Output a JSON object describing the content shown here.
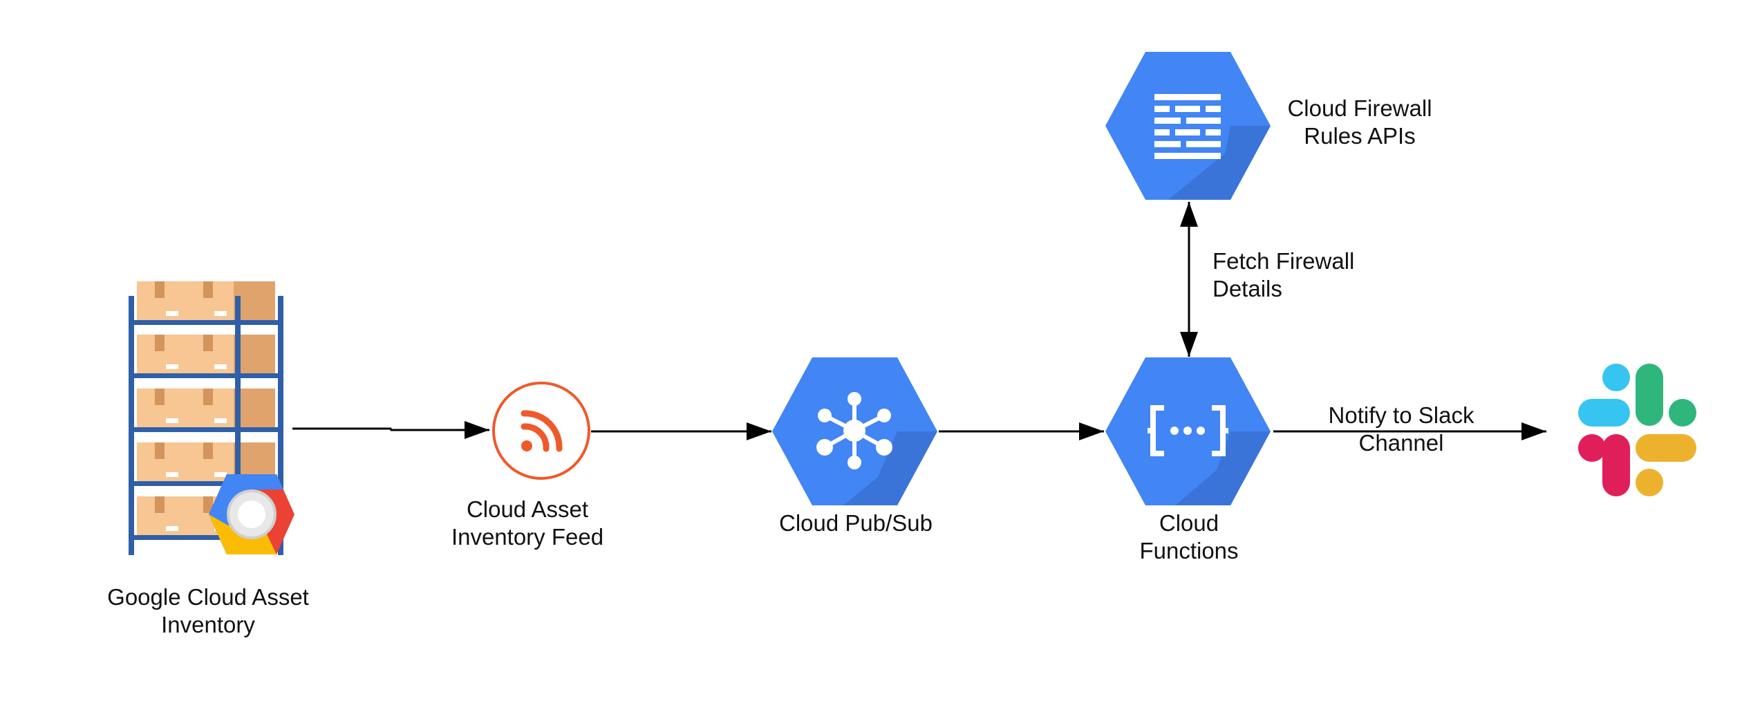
{
  "nodes": {
    "asset_inventory": {
      "label_line1": "Google Cloud Asset",
      "label_line2": "Inventory",
      "icon": "warehouse-shelf-icon"
    },
    "feed": {
      "label_line1": "Cloud Asset",
      "label_line2": "Inventory Feed",
      "icon": "rss-feed-icon"
    },
    "pubsub": {
      "label_line1": "Cloud Pub/Sub",
      "icon": "pubsub-hub-icon"
    },
    "functions": {
      "label_line1": "Cloud",
      "label_line2": "Functions",
      "icon": "cloud-functions-braces-icon"
    },
    "firewall": {
      "label_line1": "Cloud Firewall",
      "label_line2": "Rules APIs",
      "icon": "firewall-brick-icon"
    },
    "slack": {
      "icon": "slack-logo-icon"
    }
  },
  "edges": {
    "fetch": {
      "label_line1": "Fetch Firewall",
      "label_line2": "Details"
    },
    "notify": {
      "label_line1": "Notify to Slack",
      "label_line2": "Channel"
    }
  },
  "colors": {
    "gcp_blue": "#4285F4",
    "gcp_blue_shadow": "#3B74D8",
    "feed_orange": "#F0592A",
    "gcp_red": "#EA4335",
    "gcp_yellow": "#FBBC05",
    "slack_blue": "#36C5F0",
    "slack_green": "#2EB67D",
    "slack_red": "#E01E5A",
    "slack_yellow": "#ECB22E"
  }
}
